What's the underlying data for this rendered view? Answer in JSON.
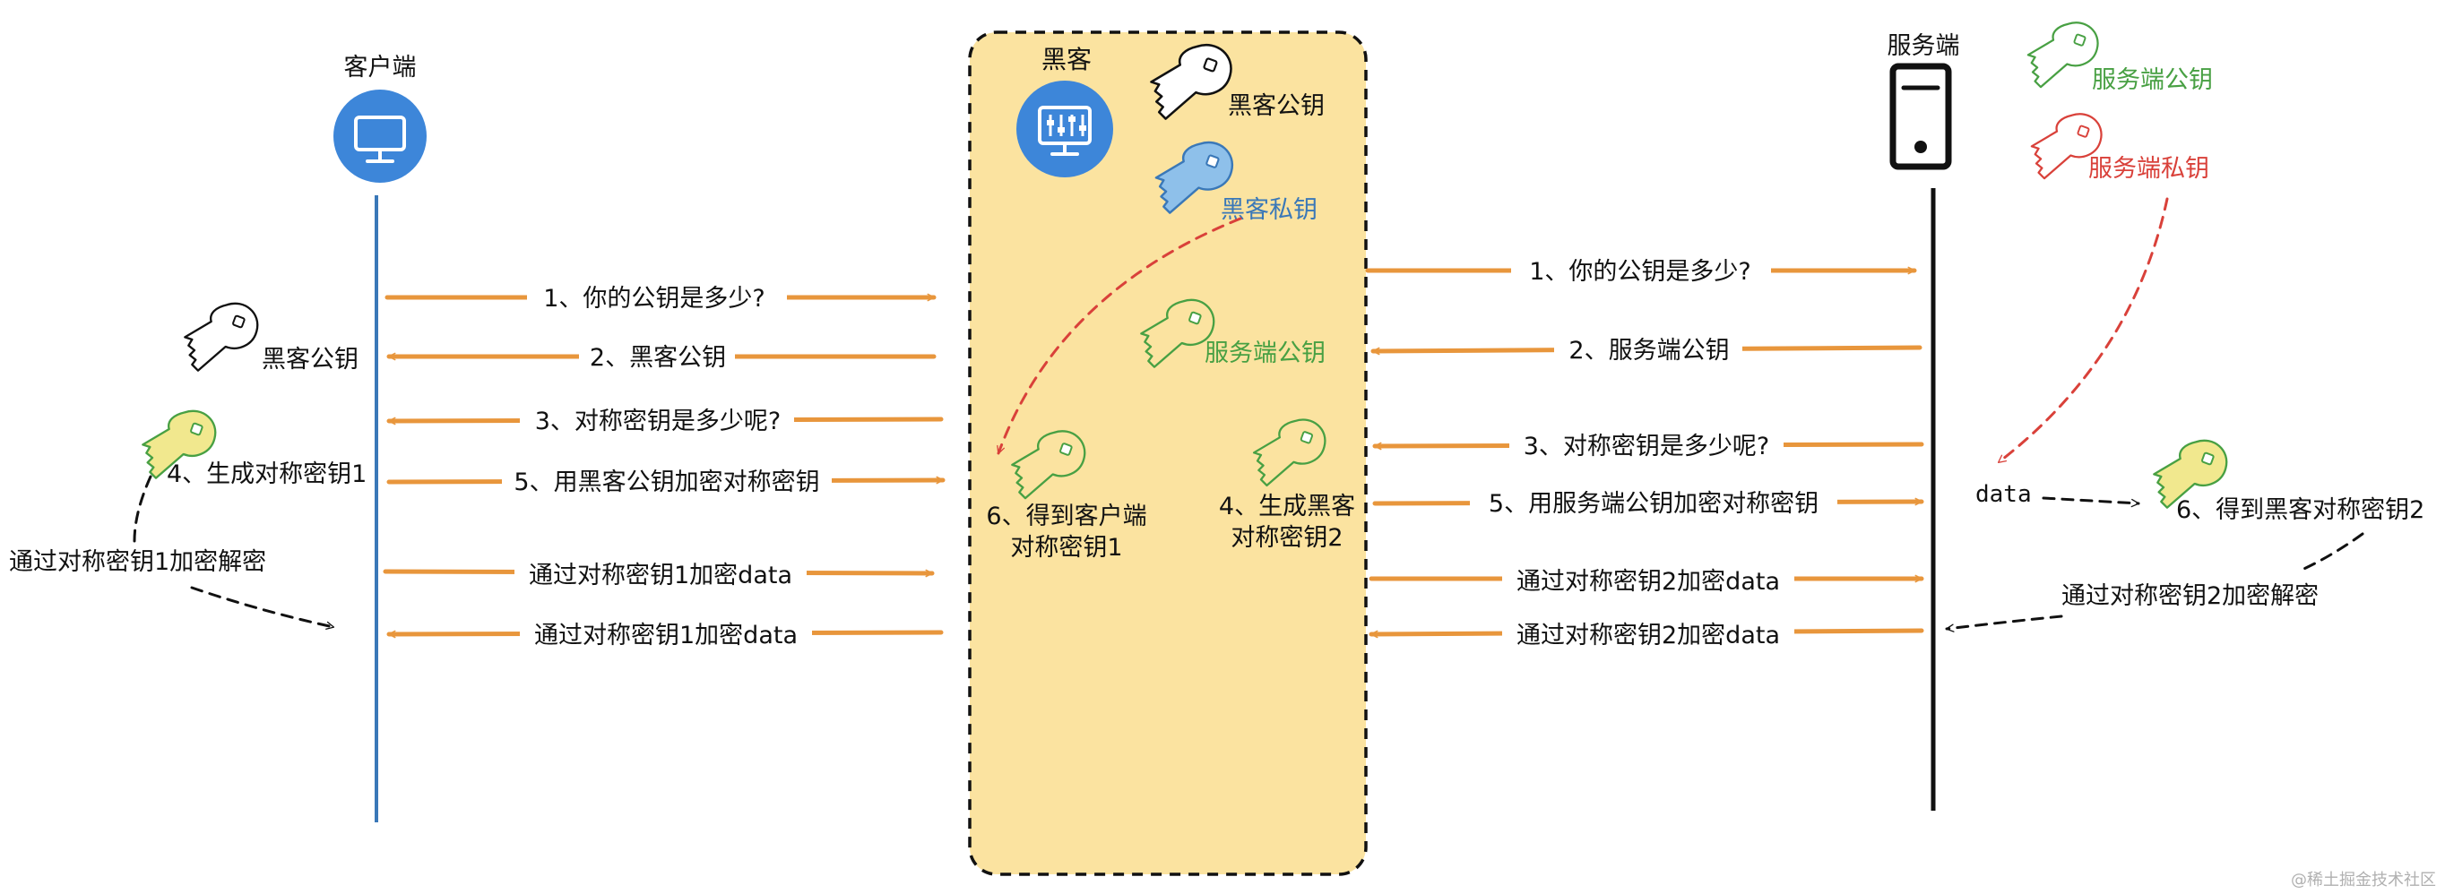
{
  "colors": {
    "arrow": "#e8963c",
    "hacker_zone": "#fbe3a0",
    "client_icon": "#3d86d9",
    "hacker_icon": "#3d86d9",
    "green_key": "#48a043",
    "red_key": "#d9413a",
    "blue_key": "#8ec0ea",
    "yellow_key": "#f1e88e",
    "watermark": "#b0b0b0"
  },
  "actors": {
    "client": "客户端",
    "hacker": "黑客",
    "server": "服务端"
  },
  "icons": {
    "client": "monitor-icon",
    "hacker": "control-panel-monitor-icon",
    "server": "server-tower-icon",
    "key": "key-icon"
  },
  "client_side": {
    "hacker_public_key": "黑客公钥",
    "generate_sym_key1": "4、生成对称密钥1",
    "decrypt_note": "通过对称密钥1加密解密"
  },
  "hacker_zone": {
    "hacker_public_key": "黑客公钥",
    "hacker_private_key": "黑客私钥",
    "server_public_key": "服务端公钥",
    "got_client_key_line1": "6、得到客户端",
    "got_client_key_line2": "对称密钥1",
    "gen_hacker_key_line1": "4、生成黑客",
    "gen_hacker_key_line2": "对称密钥2"
  },
  "server_side": {
    "server_public_key": "服务端公钥",
    "server_private_key": "服务端私钥",
    "data_label": "data",
    "got_hacker_key": "6、得到黑客对称密钥2",
    "decrypt_note": "通过对称密钥2加密解密"
  },
  "left_messages": [
    "1、你的公钥是多少?",
    "2、黑客公钥",
    "3、对称密钥是多少呢?",
    "5、用黑客公钥加密对称密钥",
    "通过对称密钥1加密data",
    "通过对称密钥1加密data"
  ],
  "right_messages": [
    "1、你的公钥是多少?",
    "2、服务端公钥",
    "3、对称密钥是多少呢?",
    "5、用服务端公钥加密对称密钥",
    "通过对称密钥2加密data",
    "通过对称密钥2加密data"
  ],
  "watermark": "@稀土掘金技术社区"
}
